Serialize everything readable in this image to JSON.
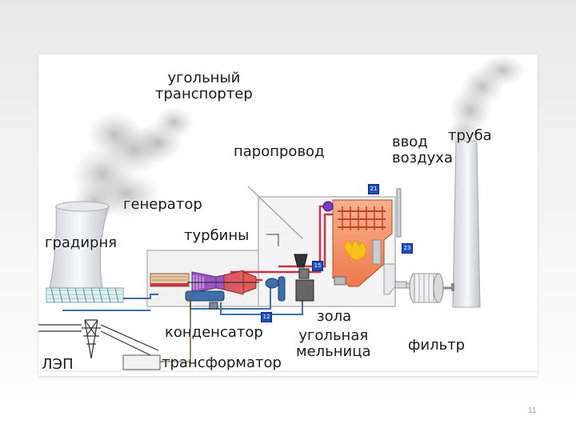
{
  "labels": {
    "coal_transporter": "угольный\nтранспортер",
    "steam_pipe": "паропровод",
    "air_intake": "ввод\nвоздуха",
    "chimney": "труба",
    "generator": "генератор",
    "cooling_tower": "градирня",
    "turbines": "турбины",
    "condenser": "конденсатор",
    "ash": "зола",
    "coal_mill": "угольная\nмельница",
    "filter": "фильтр",
    "power_line": "ЛЭП",
    "transformer": "трансформатор"
  },
  "badges": {
    "b21": "21",
    "b23": "23",
    "b15": "15",
    "b12": "12"
  },
  "slide_number": "11",
  "colors": {
    "steam_pipe": "#c8324a",
    "water_pipe": "#3f6fa8",
    "boiler": "#f08a5d",
    "flame": "#f6c21a",
    "badge": "#1e4fbf"
  }
}
